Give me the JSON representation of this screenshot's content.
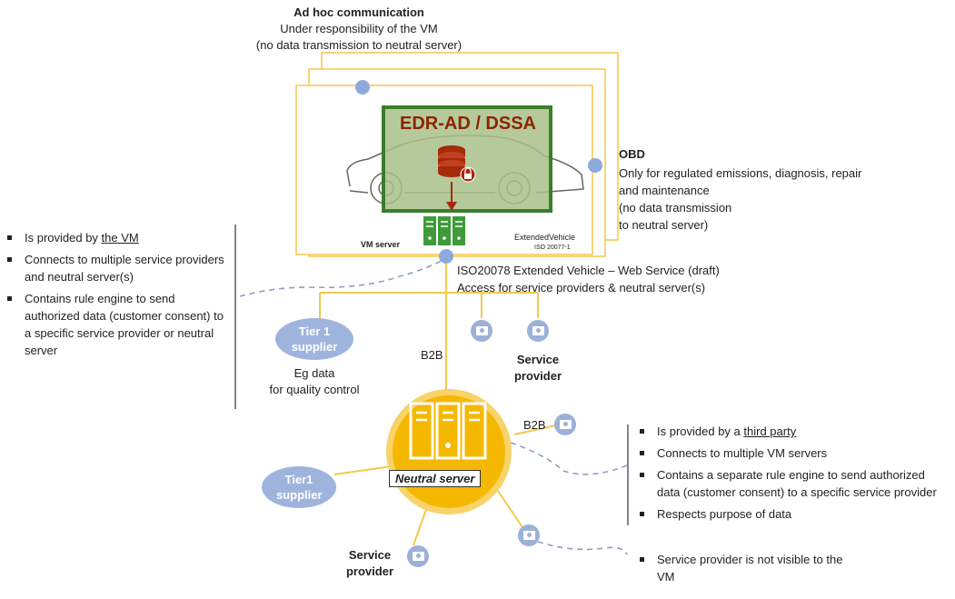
{
  "adhoc": {
    "title": "Ad hoc communication",
    "line1": "Under responsibility of the VM",
    "line2": "(no data transmission to neutral server)"
  },
  "edr": {
    "title": "EDR-AD  / DSSA"
  },
  "vm_server": {
    "label": "VM server"
  },
  "extended_vehicle": {
    "line1": "ExtendedVehicle",
    "line2": "ISO 20077-1"
  },
  "obd": {
    "title": "OBD",
    "lines": [
      "Only  for regulated emissions, diagnosis, repair",
      "and maintenance",
      "(no data transmission",
      "to neutral server)"
    ]
  },
  "web_service": {
    "line1": "ISO20078 Extended Vehicle – Web Service (draft)",
    "line2": "Access for service providers  & neutral server(s)"
  },
  "left_bullets": [
    {
      "pre": "Is provided by ",
      "u": "the VM",
      "post": ""
    },
    {
      "pre": "Connects to multiple service providers and neutral server(s)",
      "u": "",
      "post": ""
    },
    {
      "pre": "Contains rule engine to send authorized data (customer consent) to a specific service provider or neutral  server",
      "u": "",
      "post": ""
    }
  ],
  "tier1_top": {
    "label": "Tier 1 supplier",
    "note1": "Eg data",
    "note2": "for quality control"
  },
  "b2b_top": "B2B",
  "service_provider_top": "Service provider",
  "b2b_right": "B2B",
  "neutral_server": {
    "label": "Neutral server"
  },
  "tier1_bottom": {
    "label": "Tier1 supplier"
  },
  "service_provider_bottom": "Service provider",
  "right_bullets": [
    {
      "pre": "Is provided by a ",
      "u": "third party",
      "post": ""
    },
    {
      "pre": "Connects to multiple VM servers",
      "u": "",
      "post": ""
    },
    {
      "pre": "Contains a separate rule engine to send authorized data (customer consent) to a specific service provider",
      "u": "",
      "post": ""
    },
    {
      "pre": "Respects purpose of data",
      "u": "",
      "post": ""
    }
  ],
  "bottom_bullet": {
    "pre": "Service provider is not visible to the VM",
    "u": "",
    "post": ""
  },
  "colors": {
    "accent_yellow": "#f5b800",
    "line_yellow": "#f2c94c",
    "dot_blue": "#8ea9db",
    "edr_green": "#3a7d2c",
    "edr_fill": "#a9c08a",
    "edr_text": "#8b2500",
    "cylinder": "#a52a0a"
  }
}
